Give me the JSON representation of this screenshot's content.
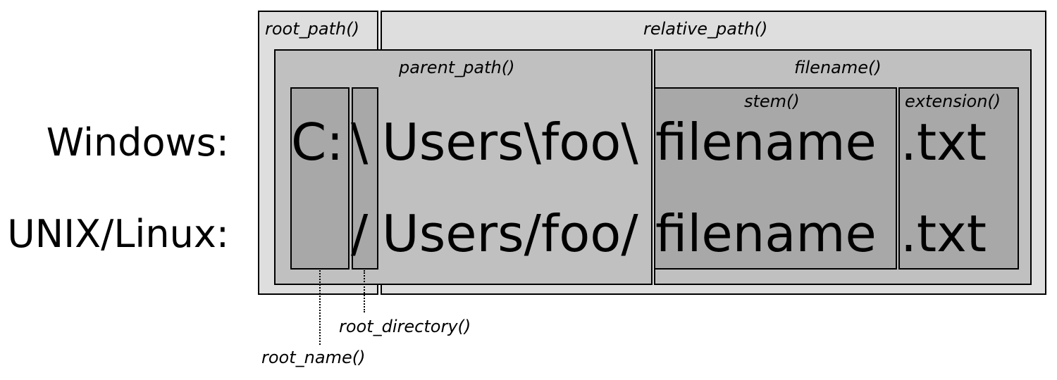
{
  "diagram": {
    "regions": {
      "root_path": "root_path()",
      "relative_path": "relative_path()",
      "parent_path": "parent_path()",
      "filename": "filename()",
      "stem": "stem()",
      "extension": "extension()",
      "root_directory": "root_directory()",
      "root_name": "root_name()"
    },
    "rows": {
      "windows": {
        "label": "Windows:",
        "root_name": "C:",
        "root_dir": "\\",
        "parent": "Users\\foo\\",
        "stem": "filename",
        "ext": ".txt"
      },
      "unix": {
        "label": "UNIX/Linux:",
        "root_dir": "/",
        "parent": "Users/foo/",
        "stem": "filename",
        "ext": ".txt"
      }
    },
    "colors": {
      "outer": "#dedede",
      "mid": "#c0c0c0",
      "inner": "#a8a8a8",
      "stroke": "#000000"
    }
  }
}
